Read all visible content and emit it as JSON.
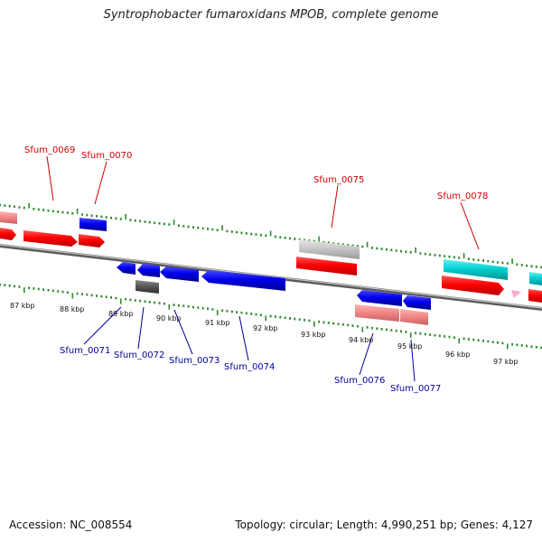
{
  "title": "Syntrophobacter fumaroxidans MPOB, complete genome",
  "footer": {
    "accession": "Accession: NC_008554",
    "summary": "Topology: circular; Length: 4,990,251 bp; Genes: 4,127"
  },
  "colors": {
    "backbone": "#8a8a8a",
    "tick": "#2e8b2e",
    "label_upper": "#cc0000",
    "label_lower": "#00009a",
    "ruler_text": "#111111"
  },
  "kbp_labels": [
    "87 kbp",
    "88 kbp",
    "89 kbp",
    "90 kbp",
    "91 kbp",
    "92 kbp",
    "93 kbp",
    "94 kbp",
    "95 kbp",
    "96 kbp",
    "97 kbp"
  ],
  "gene_labels": {
    "upper": [
      "Sfum_0069",
      "Sfum_0070",
      "Sfum_0075",
      "Sfum_0078"
    ],
    "lower": [
      "Sfum_0071",
      "Sfum_0072",
      "Sfum_0073",
      "Sfum_0074",
      "Sfum_0076",
      "Sfum_0077"
    ]
  }
}
